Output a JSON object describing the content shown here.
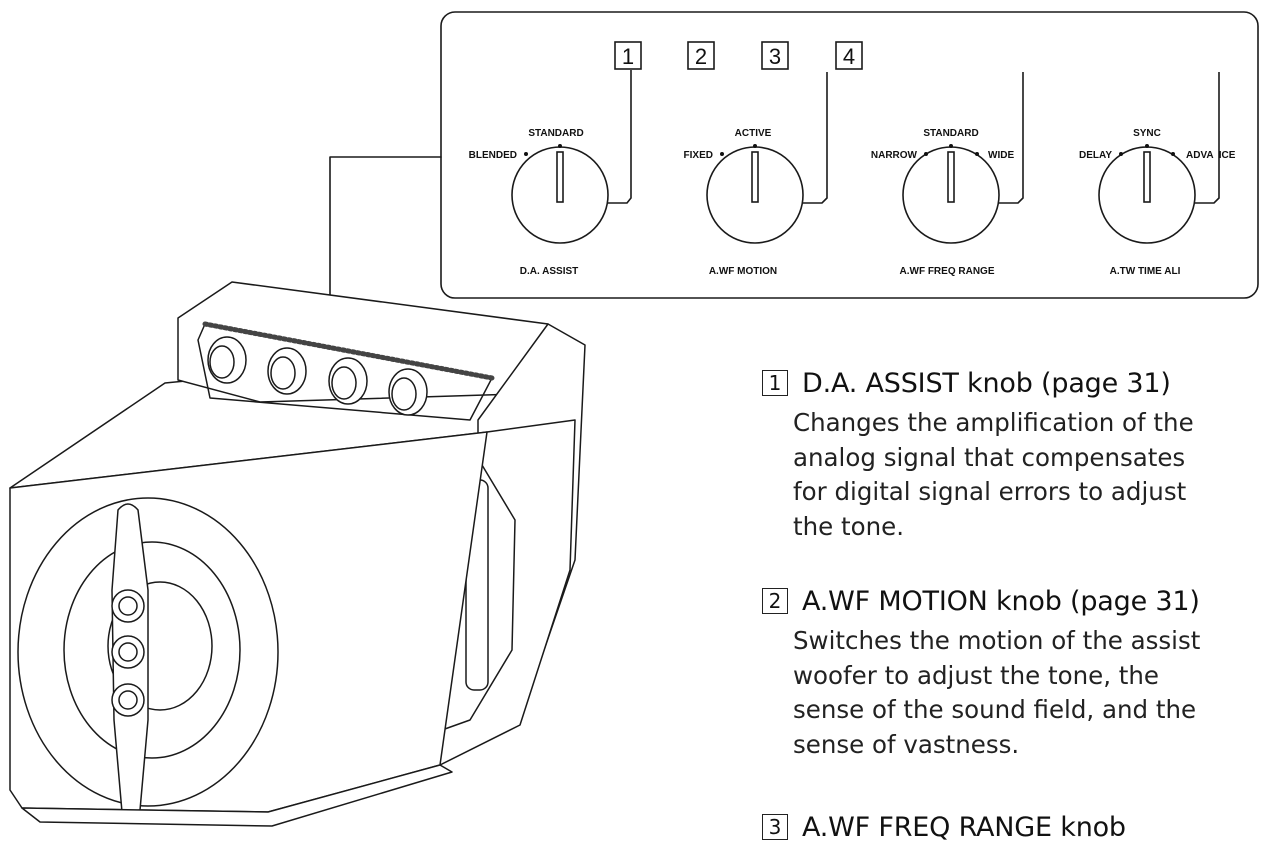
{
  "callouts": [
    "1",
    "2",
    "3",
    "4"
  ],
  "knobs": [
    {
      "name": "D.A. ASSIST",
      "top": "STANDARD",
      "left": "BLENDED",
      "right": ""
    },
    {
      "name": "A.WF MOTION",
      "top": "ACTIVE",
      "left": "FIXED",
      "right": ""
    },
    {
      "name": "A.WF FREQ RANGE",
      "top": "STANDARD",
      "left": "NARROW",
      "right": "WIDE"
    },
    {
      "name": "A.TW TIME ALI",
      "top": "SYNC",
      "left": "DELAY",
      "right": "ADVA  ICE"
    }
  ],
  "descriptions": [
    {
      "num": "1",
      "title": "D.A. ASSIST knob (page 31)",
      "body": [
        "Changes the amplification of the",
        "analog signal that compensates",
        "for digital signal errors to adjust",
        "the tone."
      ]
    },
    {
      "num": "2",
      "title": "A.WF MOTION knob (page 31)",
      "body": [
        "Switches the motion of the assist",
        "woofer to adjust the tone, the",
        "sense of the sound field, and the",
        "sense of vastness."
      ]
    },
    {
      "num": "3",
      "title": "A.WF FREQ RANGE knob",
      "body": []
    }
  ]
}
